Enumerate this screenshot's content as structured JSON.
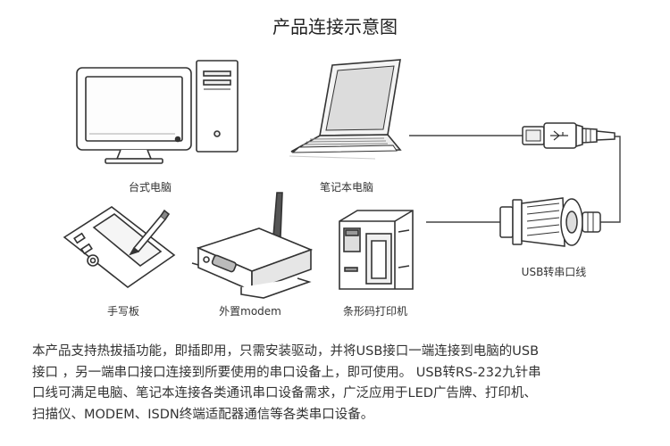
{
  "title": "产品连接示意图",
  "devices": {
    "desktop": "台式电脑",
    "laptop": "笔记本电脑",
    "tablet": "手写板",
    "modem": "外置modem",
    "printer": "条形码打印机",
    "cable": "USB转串口线"
  },
  "description": [
    "本产品支持热拔插功能，即插即用，只需安装驱动，并将USB接口一端连接到电脑的USB",
    "接口 ，另一端串口接口连接到所要使用的串口设备上，即可使用。 USB转RS-232九针串",
    "口线可满足电脑、笔记本连接各类通讯串口设备需求，广泛应用于LED广告牌、打印机、",
    "扫描仪、MODEM、ISDN终端适配器通信等各类串口设备。"
  ]
}
